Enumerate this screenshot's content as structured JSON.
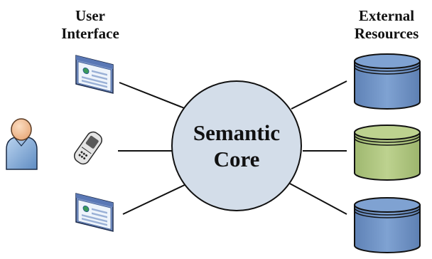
{
  "user_interface_heading": {
    "line1": "User",
    "line2": "Interface"
  },
  "external_resources_heading": {
    "line1": "External",
    "line2": "Resources"
  },
  "semantic_core": {
    "line1": "Semantic",
    "line2": "Core"
  },
  "colors": {
    "core_fill": "#d3dde9",
    "database_blue": "#6f93c4",
    "database_green": "#afc67e",
    "user_skin": "#f2c29c",
    "user_body": "#7ea8d6",
    "browser_frame": "#7892c6",
    "browser_header": "#5a78b5",
    "outline": "#111111"
  },
  "icons": [
    "user-icon",
    "browser-window-icon",
    "mobile-phone-icon",
    "database-icon"
  ]
}
